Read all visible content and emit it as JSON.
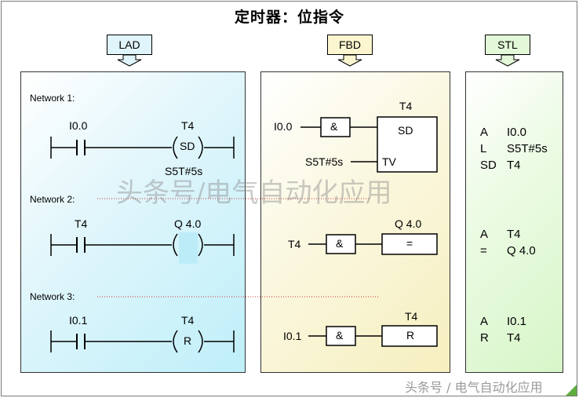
{
  "title": "定时器：位指令",
  "headers": {
    "lad": "LAD",
    "fbd": "FBD",
    "stl": "STL"
  },
  "lad": {
    "network1": {
      "label": "Network 1:",
      "contact": "I0.0",
      "coil_operand": "T4",
      "coil_symbol": "SD",
      "preset": "S5T#5s"
    },
    "network2": {
      "label": "Network 2:",
      "contact": "T4",
      "coil_operand": "Q 4.0"
    },
    "network3": {
      "label": "Network 3:",
      "contact": "I0.1",
      "coil_operand": "T4",
      "coil_symbol": "R"
    }
  },
  "fbd": {
    "network1": {
      "input": "I0.0",
      "and_symbol": "&",
      "timer": "T4",
      "sd": "SD",
      "preset": "S5T#5s",
      "tv": "TV"
    },
    "network2": {
      "input": "T4",
      "and_symbol": "&",
      "output": "Q 4.0",
      "assign": "="
    },
    "network3": {
      "input": "I0.1",
      "and_symbol": "&",
      "timer": "T4",
      "reset": "R"
    }
  },
  "stl": {
    "network1": [
      {
        "op": "A",
        "operand": "I0.0"
      },
      {
        "op": "L",
        "operand": "S5T#5s"
      },
      {
        "op": "SD",
        "operand": "T4"
      }
    ],
    "network2": [
      {
        "op": "A",
        "operand": "T4"
      },
      {
        "op": "=",
        "operand": "Q 4.0"
      }
    ],
    "network3": [
      {
        "op": "A",
        "operand": "I0.1"
      },
      {
        "op": "R",
        "operand": "T4"
      }
    ]
  },
  "watermark": {
    "center": "头条号/电气自动化应用",
    "bottom": "头条号 / 电气自动化应用"
  },
  "colors": {
    "lad_bg": "#bfeffa",
    "fbd_bg": "#f6efbf",
    "stl_bg": "#d7f6c8",
    "lad_hdr": "#dff4fb",
    "fbd_hdr": "#fbf6d0",
    "stl_hdr": "#e3f8d8",
    "dotted": "#cc3333",
    "corner": "#5fae3d"
  }
}
